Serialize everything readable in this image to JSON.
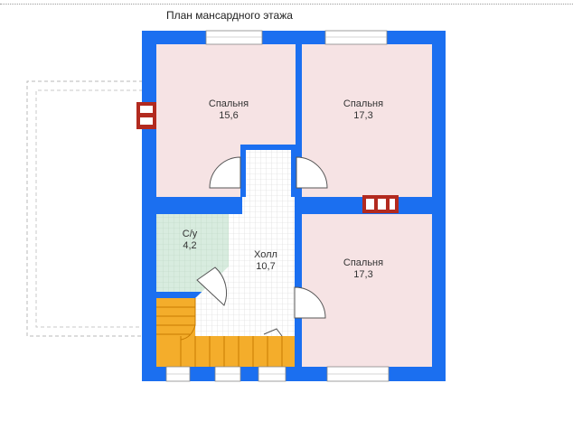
{
  "title": "План мансардного этажа",
  "colors": {
    "wall": "#1b6ff0",
    "room_fill": "#f6e3e4",
    "bath_fill": "#d8ecdf",
    "stair_fill": "#f4ad2b",
    "window": "#ffffff",
    "chimney": "#b22a1f"
  },
  "rooms": [
    {
      "name": "Спальня",
      "area": "15,6"
    },
    {
      "name": "Спальня",
      "area": "17,3"
    },
    {
      "name": "С/у",
      "area": "4,2"
    },
    {
      "name": "Холл",
      "area": "10,7"
    },
    {
      "name": "Спальня",
      "area": "17,3"
    }
  ]
}
